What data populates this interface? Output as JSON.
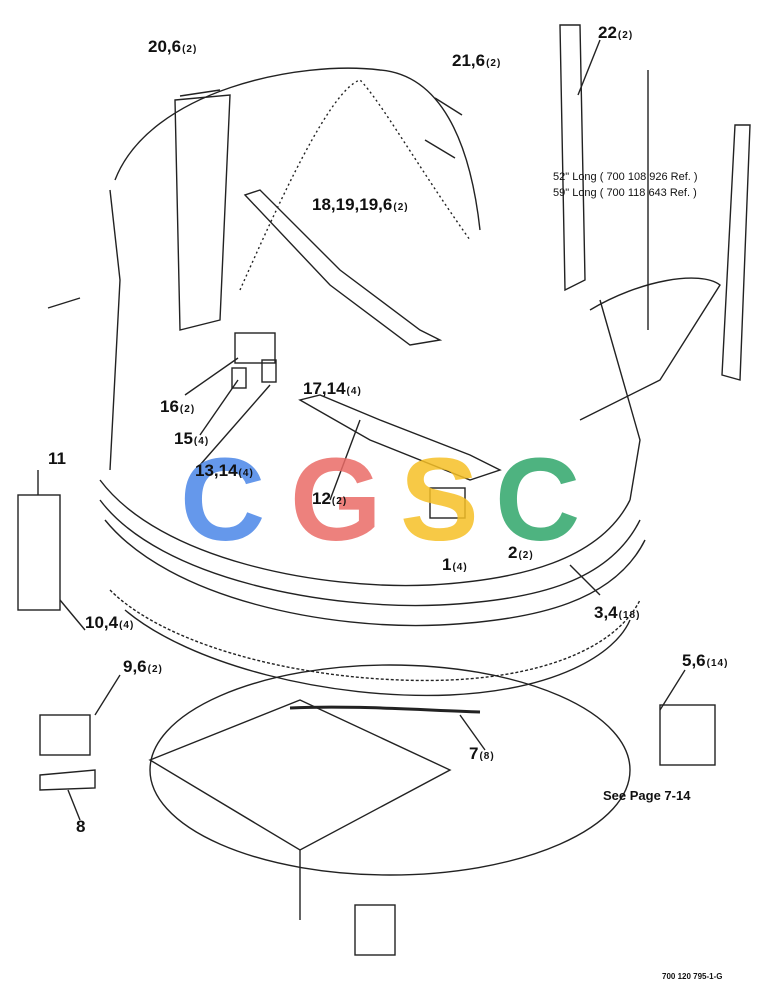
{
  "labels": [
    {
      "id": "20-6",
      "num": "20,6",
      "qty": "(2)"
    },
    {
      "id": "21-6",
      "num": "21,6",
      "qty": "(2)"
    },
    {
      "id": "22",
      "num": "22",
      "qty": "(2)"
    },
    {
      "id": "18-19",
      "num": "18,19,19,6",
      "qty": "(2)"
    },
    {
      "id": "16",
      "num": "16",
      "qty": "(2)"
    },
    {
      "id": "17-14",
      "num": "17,14",
      "qty": "(4)"
    },
    {
      "id": "15",
      "num": "15",
      "qty": "(4)"
    },
    {
      "id": "13-14",
      "num": "13,14",
      "qty": "(4)"
    },
    {
      "id": "12",
      "num": "12",
      "qty": "(2)"
    },
    {
      "id": "11",
      "num": "11",
      "qty": ""
    },
    {
      "id": "1",
      "num": "1",
      "qty": "(4)"
    },
    {
      "id": "2",
      "num": "2",
      "qty": "(2)"
    },
    {
      "id": "3-4",
      "num": "3,4",
      "qty": "(18)"
    },
    {
      "id": "10-4",
      "num": "10,4",
      "qty": "(4)"
    },
    {
      "id": "9-6",
      "num": "9,6",
      "qty": "(2)"
    },
    {
      "id": "5-6",
      "num": "5,6",
      "qty": "(14)"
    },
    {
      "id": "7",
      "num": "7",
      "qty": "(8)"
    },
    {
      "id": "8",
      "num": "8",
      "qty": ""
    }
  ],
  "notes": {
    "long52": "52\" Long ( 700 108 926 Ref. )",
    "long59": "59\" Long ( 700 118 643 Ref. )"
  },
  "see_page": "See Page 7-14",
  "drawing_ref": "700 120 795-1-G",
  "watermark": {
    "letters": [
      "C",
      "G",
      "S",
      "C"
    ],
    "colors": [
      "#4a86e8",
      "#ea6b66",
      "#f6c026",
      "#2fa66a"
    ]
  }
}
